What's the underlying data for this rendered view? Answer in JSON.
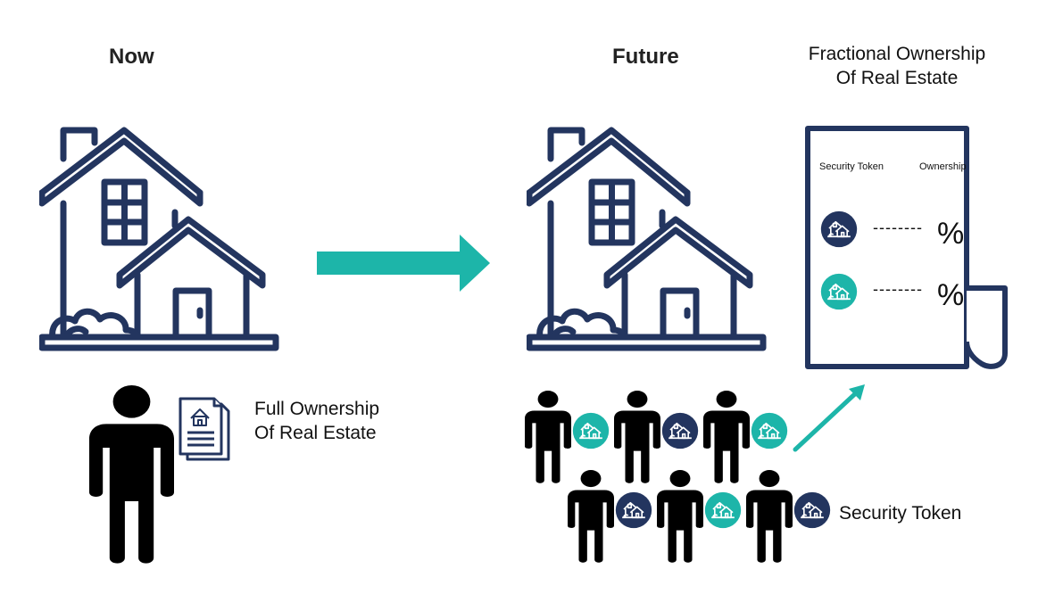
{
  "headings": {
    "now": "Now",
    "future": "Future",
    "fractional_line1": "Fractional Ownership",
    "fractional_line2": "Of Real Estate"
  },
  "labels": {
    "full_ownership_line1": "Full Ownership",
    "full_ownership_line2": "Of Real Estate",
    "security_token": "Security Token"
  },
  "document": {
    "col_token": "Security Token",
    "col_ownership": "Ownership",
    "rows": [
      {
        "token_color": "navy",
        "dashes": "--------",
        "value": "%"
      },
      {
        "token_color": "teal",
        "dashes": "--------",
        "value": "%"
      }
    ]
  },
  "colors": {
    "navy": "#23355f",
    "teal": "#1db5a9",
    "black": "#000000"
  },
  "icons": [
    "house-icon",
    "person-icon",
    "deed-document-icon",
    "arrow-right-icon",
    "arrow-up-right-icon",
    "token-house-icon",
    "ownership-document-icon"
  ]
}
